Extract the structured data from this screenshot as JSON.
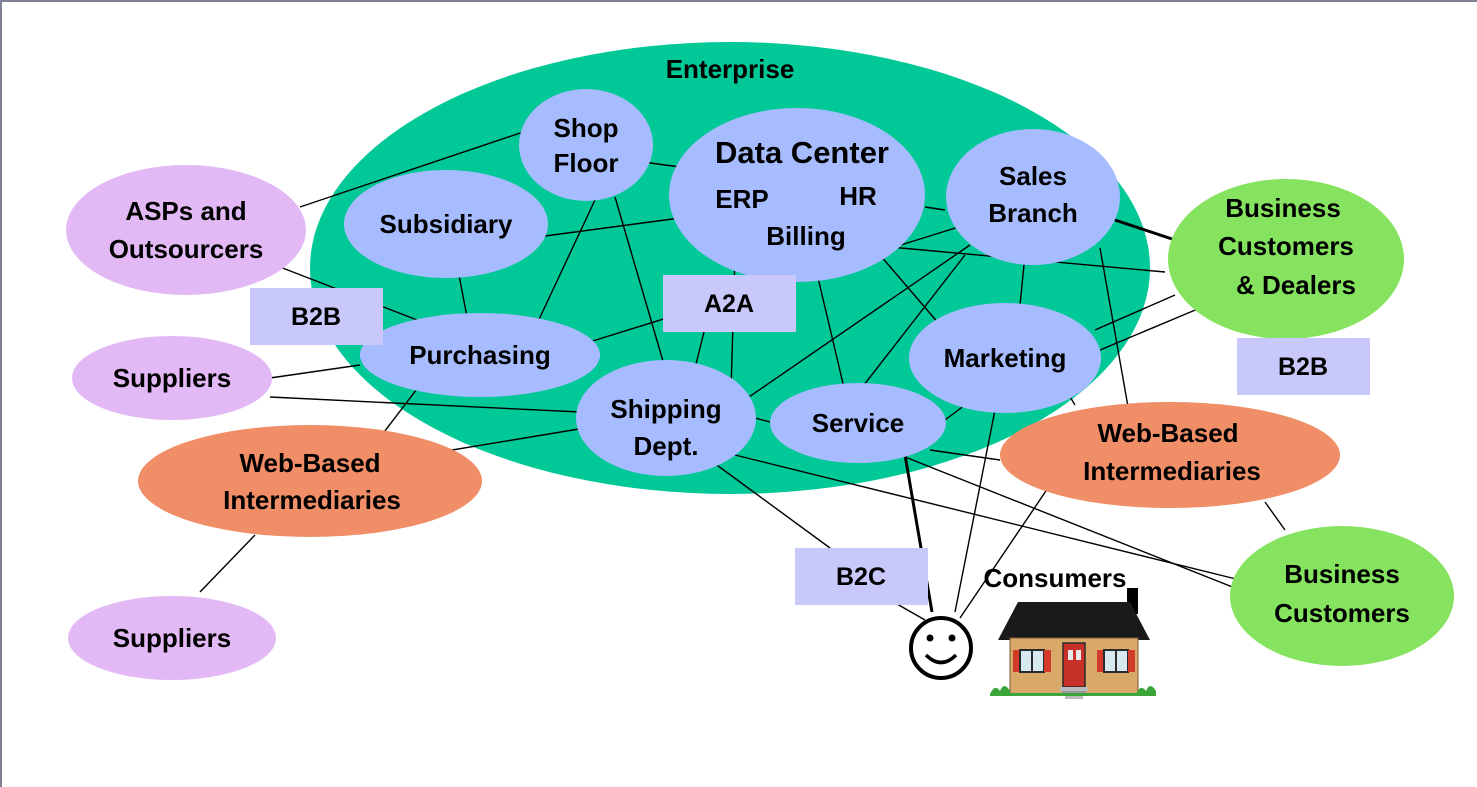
{
  "colors": {
    "enterprise": "#00c896",
    "internal": "#a6bcff",
    "partner": "#e2b9f5",
    "intermediary": "#ef8e67",
    "customer": "#86e35f",
    "tag": "#c8c8fa"
  },
  "diagram": {
    "enterprise_label": "Enterprise",
    "nodes": {
      "shop_floor": {
        "line1": "Shop",
        "line2": "Floor"
      },
      "data_center": {
        "line1": "Data Center",
        "erp": "ERP",
        "hr": "HR",
        "billing": "Billing"
      },
      "sales_branch": {
        "line1": "Sales",
        "line2": "Branch"
      },
      "subsidiary": {
        "label": "Subsidiary"
      },
      "purchasing": {
        "label": "Purchasing"
      },
      "marketing": {
        "label": "Marketing"
      },
      "shipping": {
        "line1": "Shipping",
        "line2": "Dept."
      },
      "service": {
        "label": "Service"
      },
      "asps": {
        "line1": "ASPs and",
        "line2": "Outsourcers"
      },
      "suppliers_1": {
        "label": "Suppliers"
      },
      "suppliers_2": {
        "label": "Suppliers"
      },
      "web_left": {
        "line1": "Web-Based",
        "line2": "Intermediaries"
      },
      "web_right": {
        "line1": "Web-Based",
        "line2": "Intermediaries"
      },
      "biz_dealers": {
        "line1": "Business",
        "line2": "Customers",
        "line3": "& Dealers"
      },
      "biz_customers": {
        "line1": "Business",
        "line2": "Customers"
      },
      "consumers": {
        "label": "Consumers"
      }
    },
    "tags": {
      "b2b_left": "B2B",
      "a2a": "A2A",
      "b2b_right": "B2B",
      "b2c": "B2C"
    },
    "icons": [
      "smiley-face-icon",
      "house-icon"
    ]
  }
}
